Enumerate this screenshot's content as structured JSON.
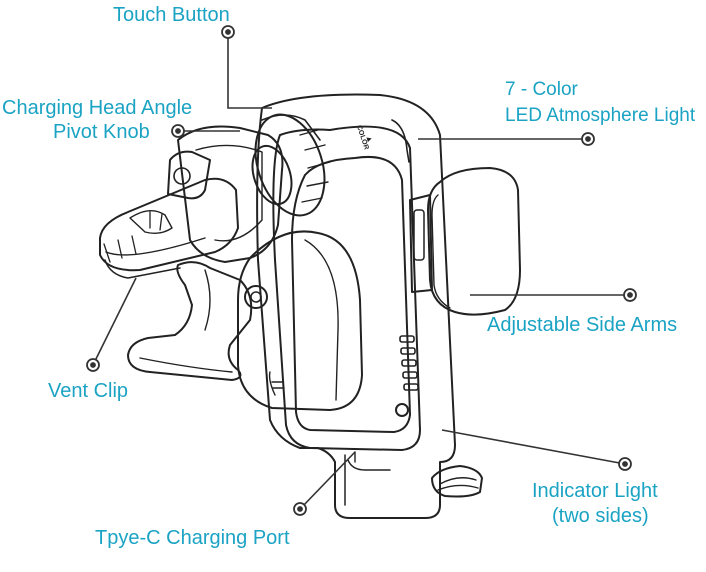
{
  "labels": {
    "touch_button": "Touch Button",
    "charging_head_line1": "Charging Head Angle",
    "charging_head_line2": "Pivot Knob",
    "led_line1": "7 - Color",
    "led_line2": "LED Atmosphere Light",
    "side_arms": "Adjustable Side Arms",
    "vent_clip": "Vent Clip",
    "indicator_line1": "Indicator Light",
    "indicator_line2": "(two sides)",
    "type_c_port": "Tpye-C Charging Port"
  },
  "device_text": {
    "touch_marker": "▲",
    "color_word": "COLOR"
  },
  "colors": {
    "label_text": "#1ba3c4",
    "line_art": "#222222",
    "callout": "#333333"
  }
}
